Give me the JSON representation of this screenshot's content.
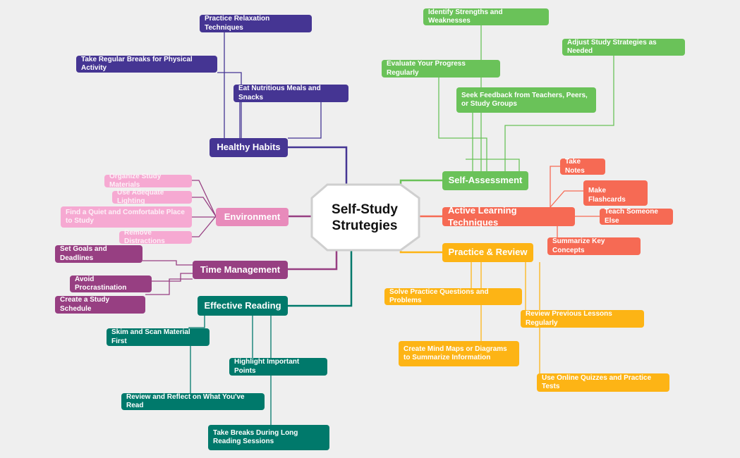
{
  "root": {
    "title": "Self-Study Strutegies"
  },
  "branches": {
    "healthy": {
      "label": "Healthy Habits",
      "children": [
        "Practice Relaxation Techniques",
        "Take Regular Breaks for Physical Activity",
        "Eat Nutritious Meals and Snacks"
      ]
    },
    "environment": {
      "label": "Environment",
      "children": [
        "Organize Study Materials",
        "Use Adequate Lighting",
        "Find a Quiet and Comfortable Place to Study",
        "Remove Distractions"
      ]
    },
    "time": {
      "label": "Time Management",
      "children": [
        "Set Goals and Deadlines",
        "Avoid Procrastination",
        "Create a Study Schedule"
      ]
    },
    "reading": {
      "label": "Effective Reading",
      "children": [
        "Skim and Scan Material First",
        "Highlight Important Points",
        "Review and Reflect on What You've Read",
        "Take Breaks During Long Reading Sessions"
      ]
    },
    "self": {
      "label": "Self-Assessment",
      "children": [
        "Identify Strengths and Weaknesses",
        "Adjust Study Strategies as Needed",
        "Evaluate Your Progress Regularly",
        "Seek Feedback from Teachers, Peers, or Study Groups"
      ]
    },
    "active": {
      "label": "Active Learning Techniques",
      "children": [
        "Take Notes",
        "Make Flashcards",
        "Teach Someone Else",
        "Summarize Key Concepts"
      ]
    },
    "practice": {
      "label": "Practice & Review",
      "children": [
        "Solve Practice Questions and Problems",
        "Review Previous Lessons Regularly",
        "Create Mind Maps or Diagrams to Summarize Information",
        "Use Online Quizzes and Practice Tests"
      ]
    }
  },
  "colors": {
    "healthy": "#453593",
    "environment": "#e88bbb",
    "environment_leaf": "#f6a9d2",
    "time": "#973f82",
    "reading": "#00796b",
    "self": "#6ac259",
    "active": "#f66a54",
    "practice": "#fdb415"
  }
}
